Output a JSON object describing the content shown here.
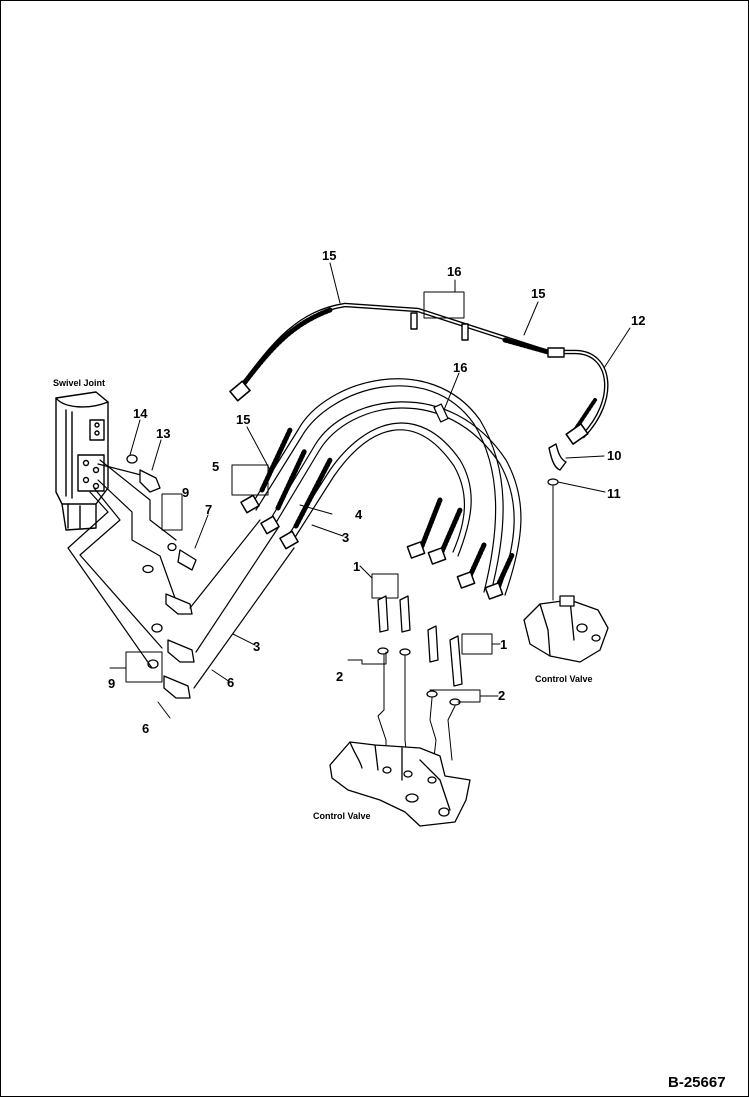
{
  "captions": {
    "swivel_joint": "Swivel Joint",
    "control_valve_main": "Control Valve",
    "control_valve_small": "Control Valve"
  },
  "callouts": [
    "15",
    "16",
    "15",
    "12",
    "16",
    "14",
    "13",
    "15",
    "5",
    "10",
    "11",
    "9",
    "7",
    "4",
    "3",
    "1",
    "1",
    "2",
    "2",
    "9",
    "6",
    "6",
    "3"
  ],
  "drawing_ref": "B-25667"
}
